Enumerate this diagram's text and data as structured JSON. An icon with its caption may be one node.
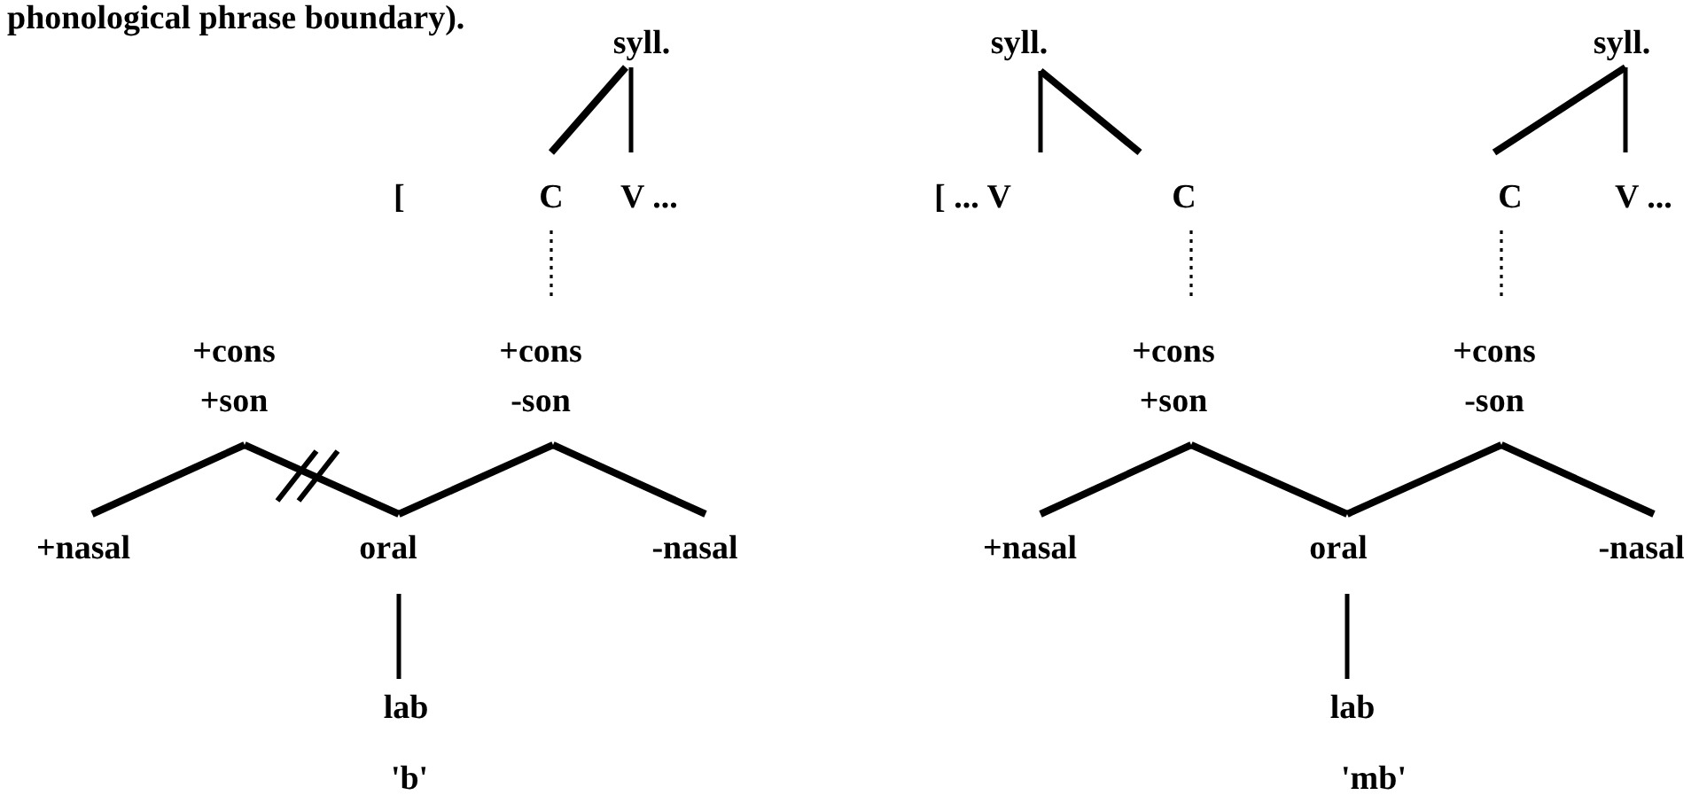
{
  "diagram": {
    "nodes": [
      {
        "text": [
          "syll."
        ]
      },
      {
        "text": [
          "C"
        ]
      },
      {
        "text": [
          "V ..."
        ]
      },
      {
        "text": [
          "+cons +son"
        ]
      },
      {
        "text": [
          "+cons -son"
        ]
      },
      {
        "text": [
          "+nasal"
        ]
      },
      {
        "text": [
          "oral"
        ]
      },
      {
        "text": [
          "-nasal"
        ]
      },
      {
        "text": [
          "lab"
        ]
      },
      {
        "text": [
          "syll."
        ]
      },
      {
        "text": [
          "[ ... V"
        ]
      },
      {
        "text": [
          "C"
        ]
      },
      {
        "text": [
          "syll."
        ]
      },
      {
        "text": [
          "C"
        ]
      },
      {
        "text": [
          "V ..."
        ]
      },
      {
        "text": [
          "+cons +son"
        ]
      },
      {
        "text": [
          "+cons -son"
        ]
      },
      {
        "text": [
          "+nasal"
        ]
      },
      {
        "text": [
          "oral"
        ]
      },
      {
        "text": [
          "-nasal"
        ]
      },
      {
        "text": [
          "lab"
        ]
      }
    ],
    "edges": [
      {
        "from": 0,
        "to": 1,
        "arrow": "none"
      },
      {
        "from": 0,
        "to": 2,
        "arrow": "none"
      },
      {
        "from": 1,
        "to": 4,
        "arrow": "none",
        "style": "dashed"
      },
      {
        "from": 3,
        "to": 5,
        "arrow": "none"
      },
      {
        "from": 3,
        "to": 6,
        "arrow": "none"
      },
      {
        "from": 4,
        "to": 6,
        "arrow": "none"
      },
      {
        "from": 4,
        "to": 7,
        "arrow": "none"
      },
      {
        "from": 6,
        "to": 8,
        "arrow": "none"
      },
      {
        "from": 9,
        "to": 10,
        "arrow": "none"
      },
      {
        "from": 9,
        "to": 11,
        "arrow": "none"
      },
      {
        "from": 11,
        "to": 15,
        "arrow": "none",
        "style": "dashed"
      },
      {
        "from": 12,
        "to": 13,
        "arrow": "none"
      },
      {
        "from": 12,
        "to": 14,
        "arrow": "none"
      },
      {
        "from": 13,
        "to": 16,
        "arrow": "none",
        "style": "dashed"
      },
      {
        "from": 15,
        "to": 17,
        "arrow": "none"
      },
      {
        "from": 15,
        "to": 18,
        "arrow": "none"
      },
      {
        "from": 16,
        "to": 18,
        "arrow": "none"
      },
      {
        "from": 16,
        "to": 19,
        "arrow": "none"
      },
      {
        "from": 18,
        "to": 20,
        "arrow": "none"
      }
    ],
    "labels": [
      "phonological phrase boundary).",
      "[",
      "'b'",
      "'mb'"
    ]
  }
}
